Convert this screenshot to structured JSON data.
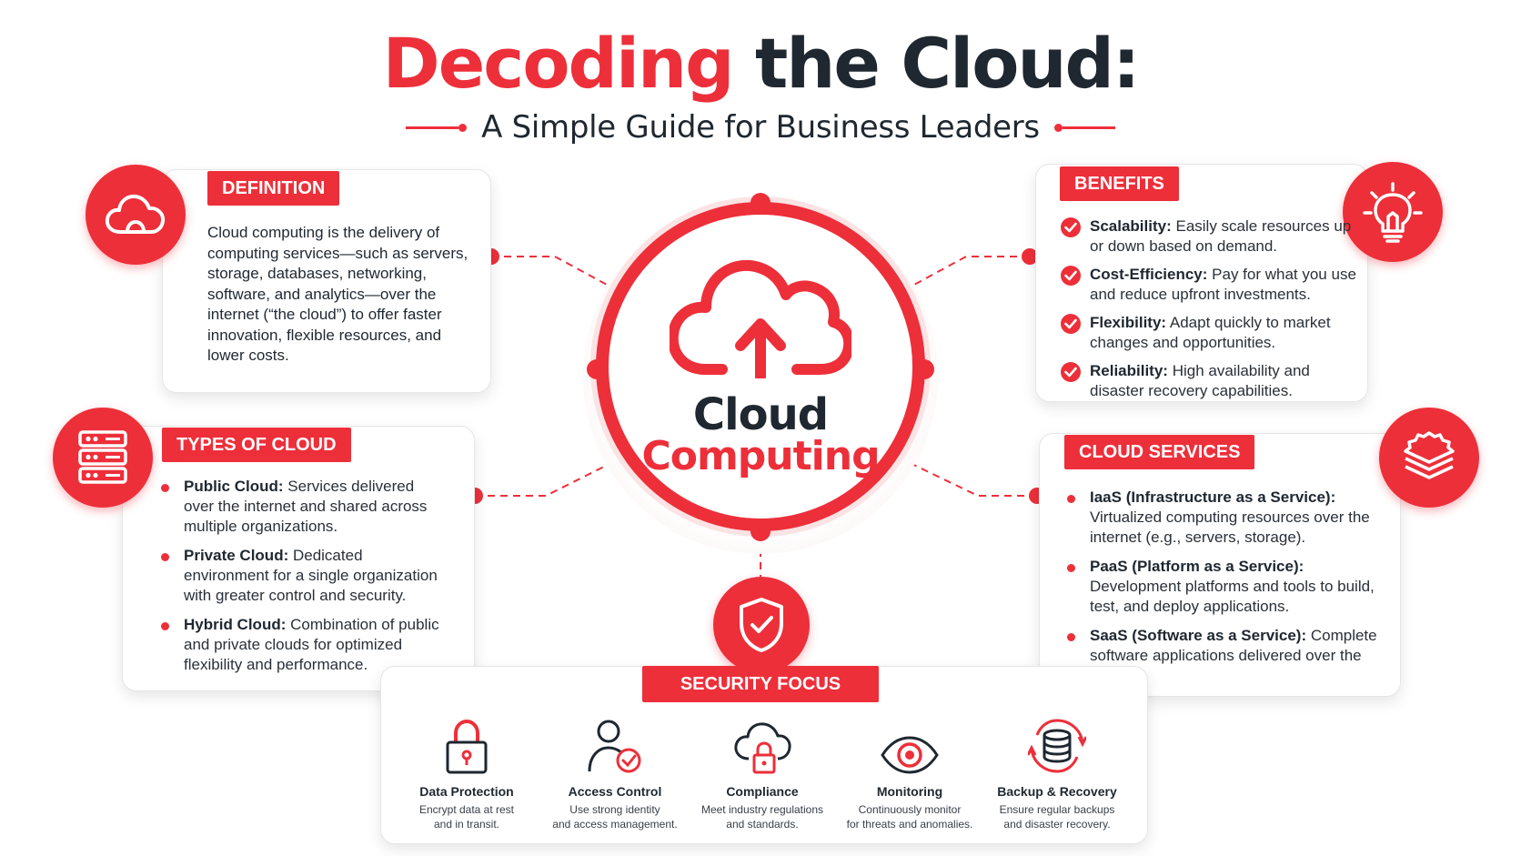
{
  "title": {
    "part_red": "Decoding",
    "part_dark": "the Cloud:"
  },
  "subtitle": "A Simple Guide for Business Leaders",
  "hub": {
    "line1": "Cloud",
    "line2": "Computing",
    "icon": "cloud-upload-icon"
  },
  "definition": {
    "tag": "DEFINITION",
    "icon": "cloud-icon",
    "lines": [
      "Cloud computing is the delivery of",
      "computing services—such as servers,",
      "storage, databases, networking,",
      "software, and analytics—over the",
      "internet (“the cloud”) to offer faster",
      "innovation, flexible resources, and",
      "lower costs."
    ]
  },
  "benefits": {
    "tag": "BENEFITS",
    "icon": "lightbulb-icon",
    "items": [
      {
        "term": "Scalability:",
        "text": " Easily scale resources up or down based on demand."
      },
      {
        "term": "Cost-Efficiency:",
        "text": " Pay for what you use and reduce upfront investments."
      },
      {
        "term": "Flexibility:",
        "text": " Adapt quickly to market changes and opportunities."
      },
      {
        "term": "Reliability:",
        "text": " High availability and disaster recovery capabilities."
      }
    ]
  },
  "types": {
    "tag": "TYPES OF CLOUD",
    "icon": "server-icon",
    "items": [
      {
        "term": "Public Cloud:",
        "text": " Services delivered over the internet and shared across multiple organizations."
      },
      {
        "term": "Private Cloud:",
        "text": " Dedicated environment for a single organization with greater control and security."
      },
      {
        "term": "Hybrid Cloud:",
        "text": " Combination of public and private clouds for optimized flexibility and performance."
      }
    ]
  },
  "services": {
    "tag": "CLOUD SERVICES",
    "icon": "layers-gear-icon",
    "items": [
      {
        "term": "IaaS (Infrastructure as a Service):",
        "text": " Virtualized computing resources over the internet (e.g., servers, storage)."
      },
      {
        "term": "PaaS (Platform as a Service):",
        "text": " Development platforms and tools to build, test, and deploy applications."
      },
      {
        "term": "SaaS (Software as a Service):",
        "text": " Complete software applications delivered over the internet."
      }
    ]
  },
  "security": {
    "tag": "SECURITY FOCUS",
    "icon": "shield-check-icon",
    "items": [
      {
        "icon": "padlock-icon",
        "title": "Data Protection",
        "line1": "Encrypt data at rest",
        "line2": "and in transit."
      },
      {
        "icon": "user-check-icon",
        "title": "Access Control",
        "line1": "Use strong identity",
        "line2": "and access management."
      },
      {
        "icon": "cloud-lock-icon",
        "title": "Compliance",
        "line1": "Meet industry regulations",
        "line2": "and standards."
      },
      {
        "icon": "eye-icon",
        "title": "Monitoring",
        "line1": "Continuously monitor",
        "line2": "for threats and anomalies."
      },
      {
        "icon": "database-sync-icon",
        "title": "Backup & Recovery",
        "line1": "Ensure regular backups",
        "line2": "and disaster recovery."
      }
    ]
  },
  "colors": {
    "accent": "#ed2f3a",
    "text": "#1f2730"
  }
}
